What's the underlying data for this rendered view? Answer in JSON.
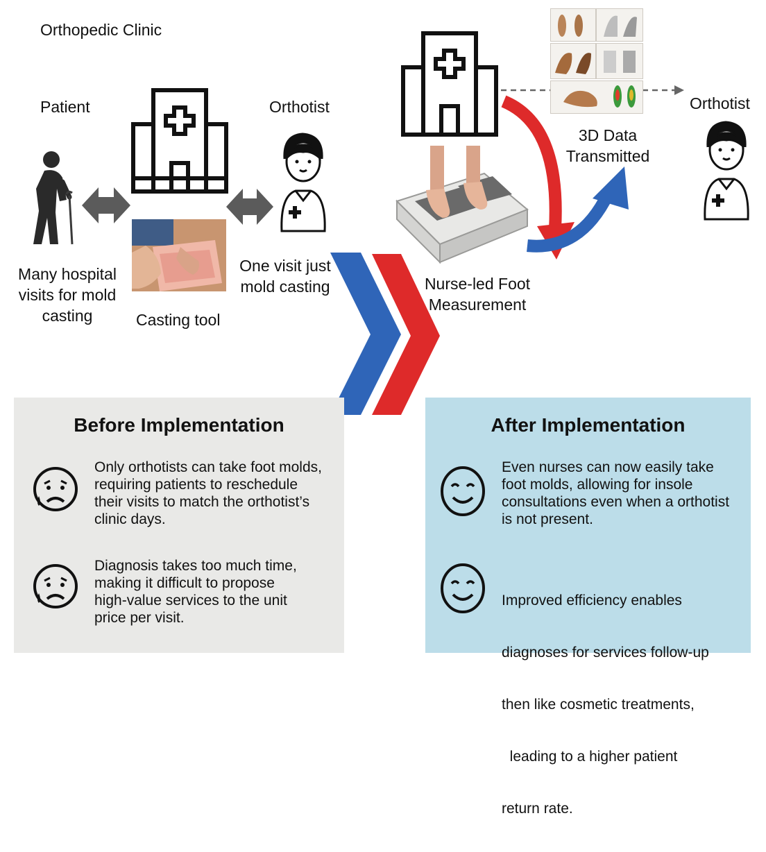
{
  "clinic_label": "Orthopedic Clinic",
  "before_flow": {
    "patient_label": "Patient",
    "patient_caption": [
      "Many hospital",
      "visits for mold",
      "casting"
    ],
    "casting_caption": "Casting tool",
    "orthotist_label": "Orthotist",
    "orthotist_caption": [
      "One visit just",
      "mold casting"
    ]
  },
  "after_flow": {
    "nurse_caption": [
      "Nurse-led Foot",
      "Measurement"
    ],
    "data_caption": [
      "3D Data",
      "Transmitted"
    ],
    "orthotist_label": "Orthotist"
  },
  "before_panel": {
    "title": "Before Implementation",
    "items": [
      {
        "icon": "sad-face-icon",
        "text": [
          "Only orthotists can take foot molds,",
          "requiring patients to reschedule",
          "their visits to match the orthotist’s",
          "clinic days."
        ]
      },
      {
        "icon": "sad-face-icon",
        "text": [
          "Diagnosis takes too much time,",
          "making it difficult to propose",
          "high-value services to the unit",
          "price per visit."
        ]
      }
    ]
  },
  "after_panel": {
    "title": "After Implementation",
    "items": [
      {
        "icon": "smile-face-icon",
        "text": [
          "Even nurses can now easily take",
          "foot molds, allowing for insole",
          "consultations even when a orthotist",
          "is not present."
        ]
      },
      {
        "icon": "smile-face-icon",
        "text": [
          "Improved efficiency enables",
          "diagnoses for services follow-up",
          "then like cosmetic treatments,",
          "  leading to a higher patient",
          "return rate."
        ]
      }
    ]
  },
  "colors": {
    "blue": "#2f65b8",
    "red": "#de2a2a",
    "before_bg": "#e9e9e7",
    "after_bg": "#bcdde9",
    "gray_arrow": "#5b5b5b"
  }
}
